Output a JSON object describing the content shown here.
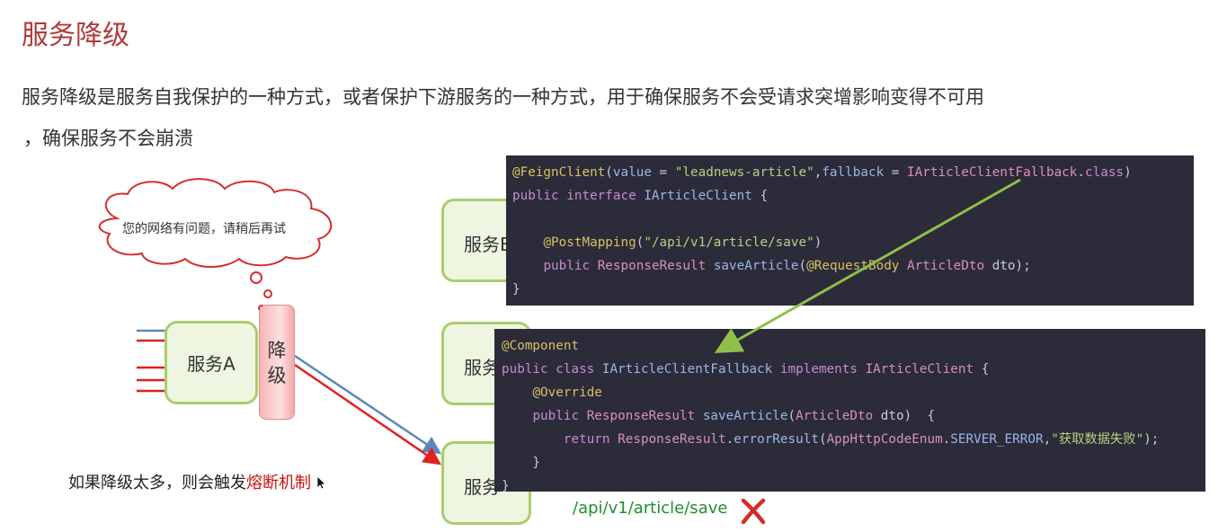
{
  "title": "服务降级",
  "description": {
    "line1": "服务降级是服务自我保护的一种方式，或者保护下游服务的一种方式，用于确保服务不会受请求突增影响变得不可用",
    "line2": "，确保服务不会崩溃"
  },
  "diagram": {
    "bubble_text": "您的网络有问题，请稍后再试",
    "service_a": "服务A",
    "degrade_label": [
      "降",
      "级"
    ],
    "service_b_partial": "服务B",
    "service_c_partial": "服务",
    "service_d_partial": "服务",
    "note_prefix": "如果降级太多，则会触发",
    "note_highlight": "熔断机制"
  },
  "code_block_1": {
    "lines": [
      "@FeignClient(value = \"leadnews-article\",fallback = IArticleClientFallback.class)",
      "public interface IArticleClient {",
      "",
      "    @PostMapping(\"/api/v1/article/save\")",
      "    public ResponseResult saveArticle(@RequestBody ArticleDto dto);",
      "}"
    ]
  },
  "code_block_2": {
    "lines": [
      "@Component",
      "public class IArticleClientFallback implements IArticleClient {",
      "    @Override",
      "    public ResponseResult saveArticle(ArticleDto dto)  {",
      "        return ResponseResult.errorResult(AppHttpCodeEnum.SERVER_ERROR,\"获取数据失败\");",
      "    }",
      "}"
    ]
  },
  "api_path": "/api/v1/article/save",
  "colors": {
    "title": "#b03a3a",
    "box_border": "#a9cd6d",
    "box_fill": "#eef6e2",
    "code_bg": "#2b2b39",
    "arrow_red": "#e02020",
    "arrow_blue": "#5b87b8",
    "connector_green": "#8fbf4a",
    "api_green": "#1f8f2a",
    "x_red": "#d42a2a"
  },
  "icons": [
    "cloud-bubble-shape",
    "close-x-icon",
    "mouse-cursor-icon"
  ]
}
